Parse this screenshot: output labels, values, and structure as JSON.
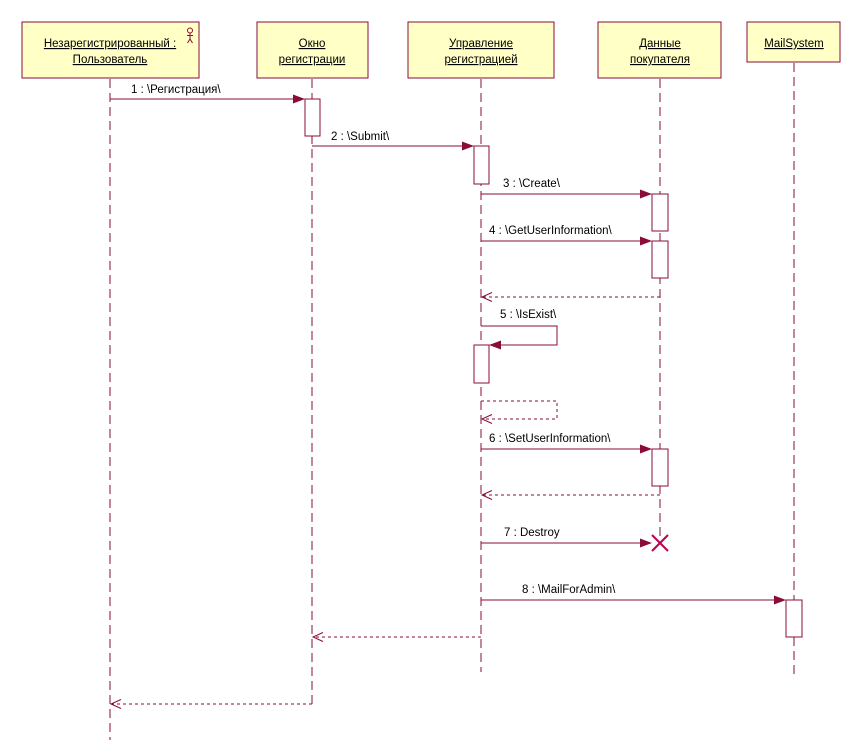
{
  "diagram": {
    "colors": {
      "line": "#8a0c3a",
      "object_fill": "#ffffc6",
      "destroy": "#c00050"
    },
    "objects": {
      "user": {
        "line1": "Незарегистрированный :",
        "line2": "Пользователь",
        "icon": "actor-icon"
      },
      "window": {
        "line1": "Окно",
        "line2": "регистрации"
      },
      "mgmt": {
        "line1": "Управление",
        "line2": "регистрацией"
      },
      "data": {
        "line1": "Данные",
        "line2": "покупателя"
      },
      "mail": {
        "line1": "MailSystem"
      }
    },
    "messages": {
      "m1": "1 : \\Регистрация\\",
      "m2": "2 : \\Submit\\",
      "m3": "3 : \\Create\\",
      "m4": "4 : \\GetUserInformation\\",
      "m5": "5 : \\IsExist\\",
      "m6": "6 : \\SetUserInformation\\",
      "m7": "7 : Destroy",
      "m8": "8 : \\MailForAdmin\\"
    }
  }
}
